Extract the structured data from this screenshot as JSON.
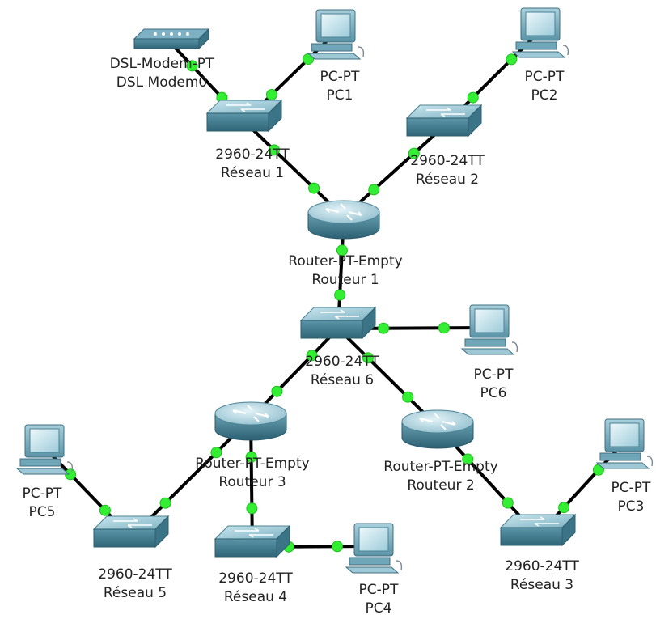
{
  "colors": {
    "link": "#000000",
    "port": "#33ee33",
    "label": "#222222"
  },
  "devices": [
    {
      "id": "dsl",
      "kind": "modem",
      "type_label": "DSL-Modem-PT",
      "name": "DSL Modem0"
    },
    {
      "id": "pc1",
      "kind": "pc",
      "type_label": "PC-PT",
      "name": "PC1"
    },
    {
      "id": "pc2",
      "kind": "pc",
      "type_label": "PC-PT",
      "name": "PC2"
    },
    {
      "id": "sw1",
      "kind": "switch",
      "type_label": "2960-24TT",
      "name": "Réseau 1"
    },
    {
      "id": "sw2",
      "kind": "switch",
      "type_label": "2960-24TT",
      "name": "Réseau 2"
    },
    {
      "id": "r1",
      "kind": "router",
      "type_label": "Router-PT-Empty",
      "name": "Routeur 1"
    },
    {
      "id": "sw6",
      "kind": "switch",
      "type_label": "2960-24TT",
      "name": "Réseau 6"
    },
    {
      "id": "pc6",
      "kind": "pc",
      "type_label": "PC-PT",
      "name": "PC6"
    },
    {
      "id": "r3",
      "kind": "router",
      "type_label": "Router-PT-Empty",
      "name": "Routeur 3"
    },
    {
      "id": "r2",
      "kind": "router",
      "type_label": "Router-PT-Empty",
      "name": "Routeur 2"
    },
    {
      "id": "pc5",
      "kind": "pc",
      "type_label": "PC-PT",
      "name": "PC5"
    },
    {
      "id": "sw5",
      "kind": "switch",
      "type_label": "2960-24TT",
      "name": "Réseau 5"
    },
    {
      "id": "sw4",
      "kind": "switch",
      "type_label": "2960-24TT",
      "name": "Réseau 4"
    },
    {
      "id": "pc4",
      "kind": "pc",
      "type_label": "PC-PT",
      "name": "PC4"
    },
    {
      "id": "sw3",
      "kind": "switch",
      "type_label": "2960-24TT",
      "name": "Réseau 3"
    },
    {
      "id": "pc3",
      "kind": "pc",
      "type_label": "PC-PT",
      "name": "PC3"
    }
  ],
  "links": [
    {
      "from": "dsl",
      "to": "sw1"
    },
    {
      "from": "pc1",
      "to": "sw1"
    },
    {
      "from": "sw1",
      "to": "r1"
    },
    {
      "from": "pc2",
      "to": "sw2"
    },
    {
      "from": "sw2",
      "to": "r1"
    },
    {
      "from": "r1",
      "to": "sw6"
    },
    {
      "from": "sw6",
      "to": "pc6"
    },
    {
      "from": "sw6",
      "to": "r3"
    },
    {
      "from": "sw6",
      "to": "r2"
    },
    {
      "from": "r3",
      "to": "sw5"
    },
    {
      "from": "pc5",
      "to": "sw5"
    },
    {
      "from": "r3",
      "to": "sw4"
    },
    {
      "from": "sw4",
      "to": "pc4"
    },
    {
      "from": "r2",
      "to": "sw3"
    },
    {
      "from": "sw3",
      "to": "pc3"
    }
  ]
}
